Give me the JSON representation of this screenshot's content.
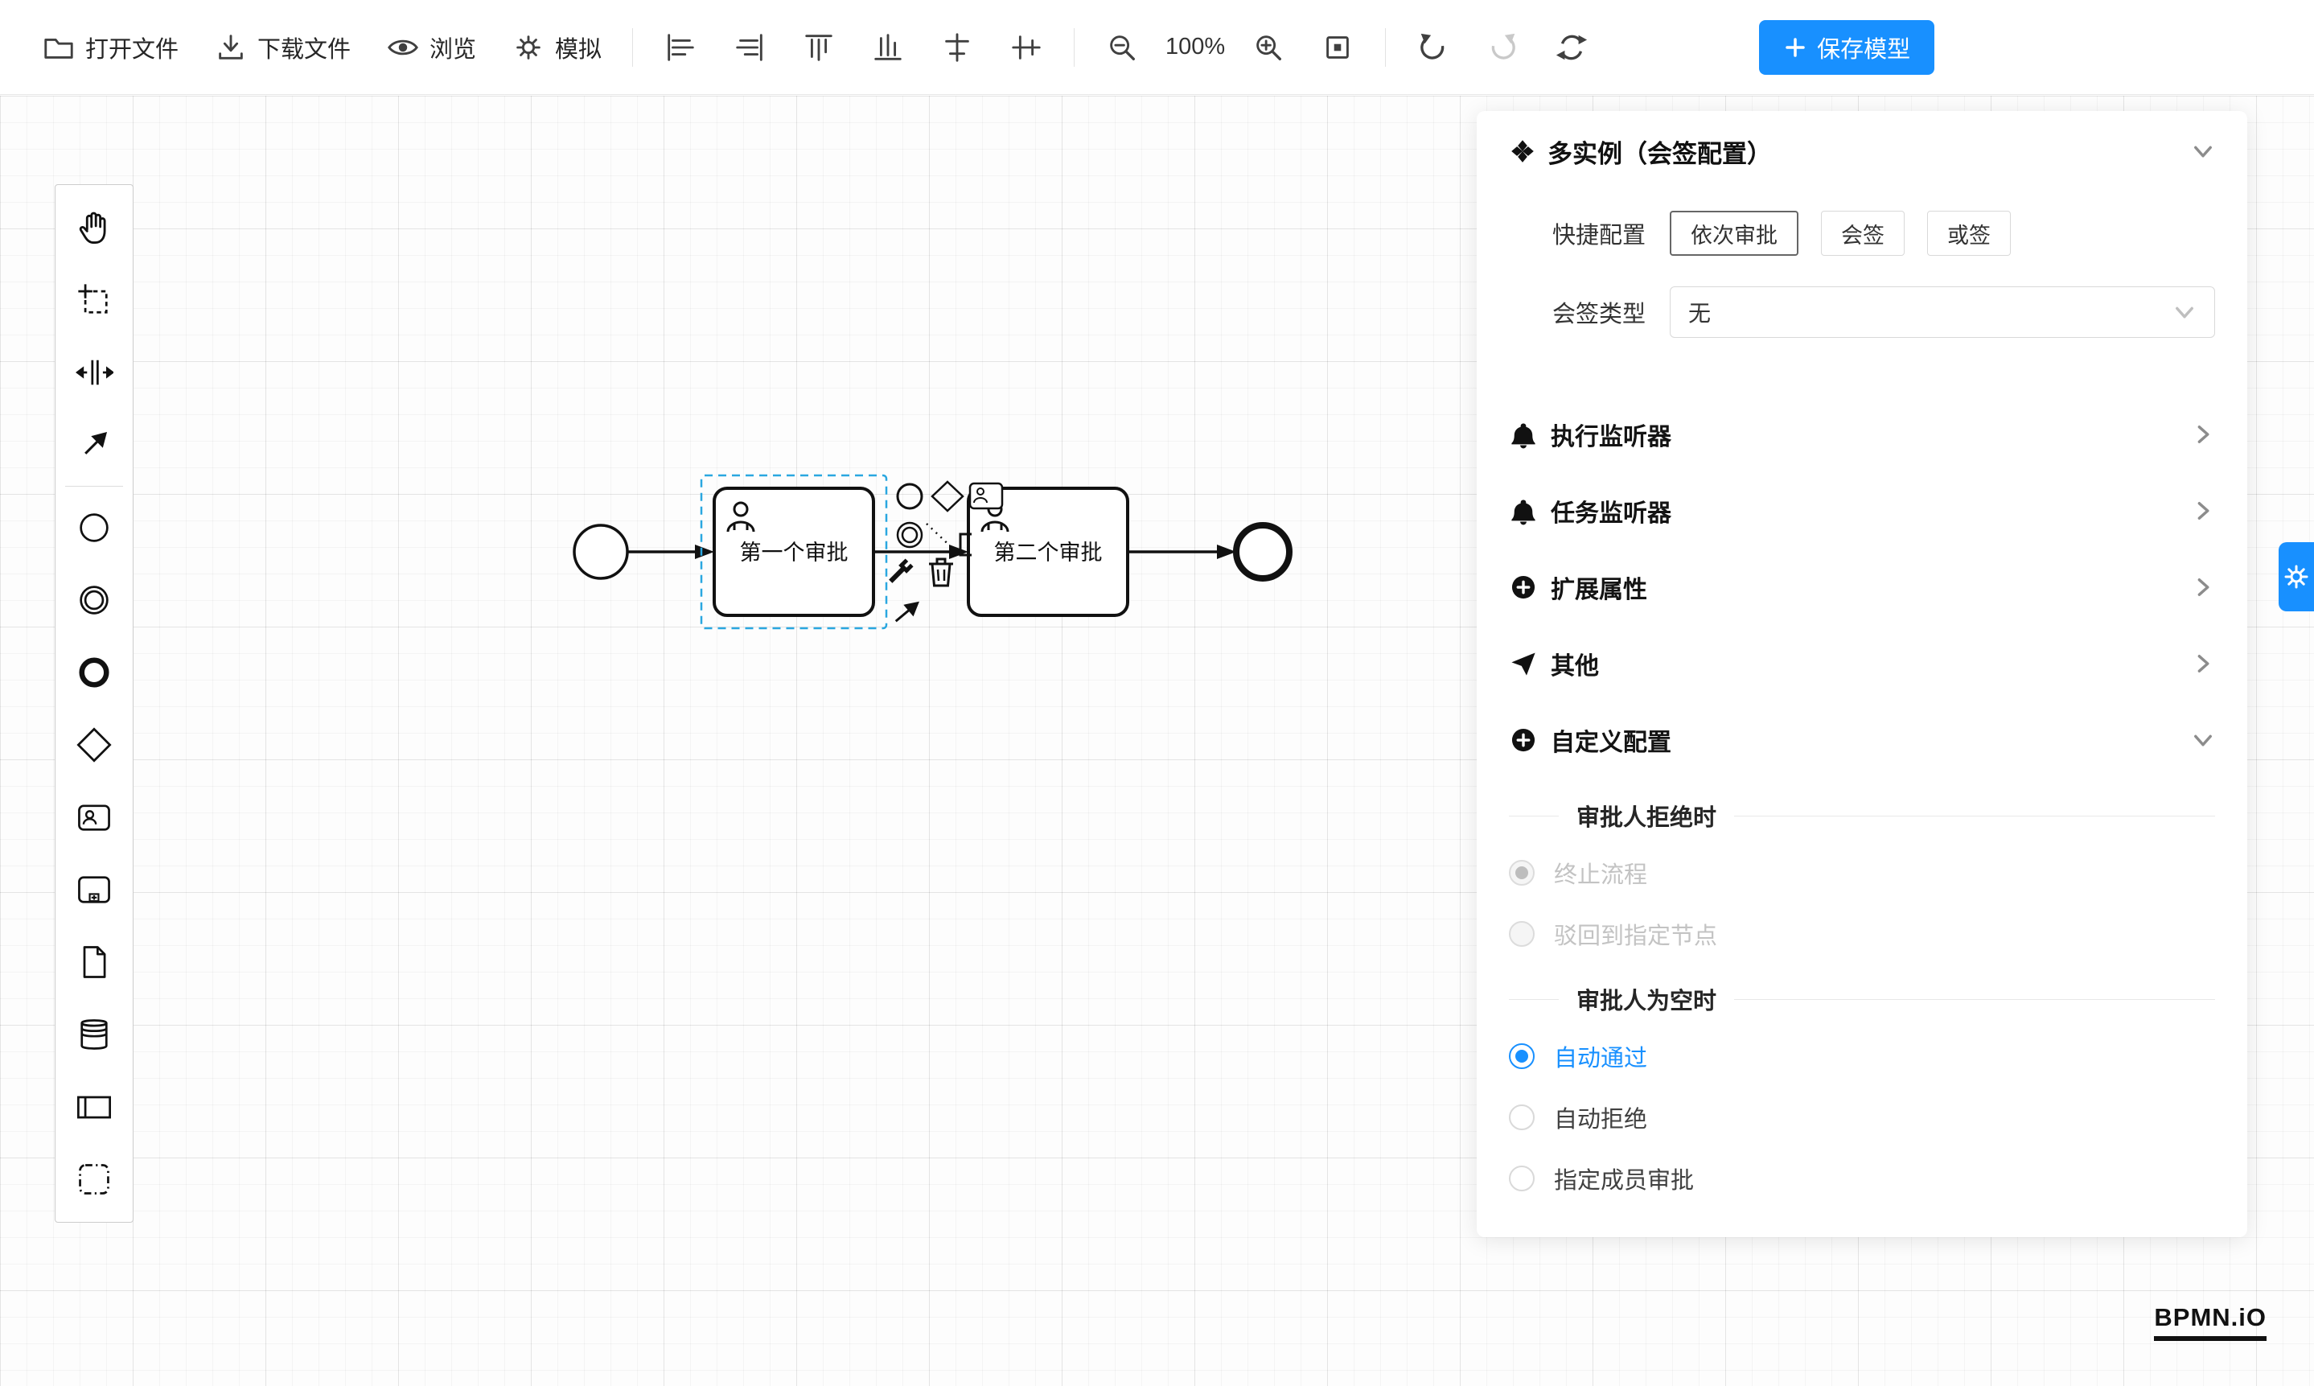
{
  "toolbar": {
    "open": "打开文件",
    "download": "下载文件",
    "preview": "浏览",
    "simulate": "模拟",
    "zoom": "100%",
    "save": "保存模型"
  },
  "palette": {
    "items": [
      "hand-tool",
      "lasso-tool",
      "space-tool",
      "global-connect-tool",
      "create-start-event",
      "create-intermediate-event",
      "create-end-event",
      "create-gateway",
      "create-user-task",
      "create-subprocess",
      "create-data-object",
      "create-data-store",
      "create-participant",
      "create-group"
    ]
  },
  "diagram": {
    "task1": "第一个审批",
    "task2": "第二个审批"
  },
  "panel": {
    "title": "多实例（会签配置）",
    "quick_label": "快捷配置",
    "quick_options": [
      "依次审批",
      "会签",
      "或签"
    ],
    "type_label": "会签类型",
    "type_value": "无",
    "sections": [
      "执行监听器",
      "任务监听器",
      "扩展属性",
      "其他",
      "自定义配置"
    ],
    "reject_title": "审批人拒绝时",
    "reject_options": [
      "终止流程",
      "驳回到指定节点"
    ],
    "empty_title": "审批人为空时",
    "empty_options": [
      "自动通过",
      "自动拒绝",
      "指定成员审批"
    ]
  },
  "watermark": "BPMN.iO",
  "icons": {
    "open": "folder-open-icon",
    "download": "download-icon",
    "preview": "eye-icon",
    "simulate": "gear-icon",
    "align": [
      "align-left-icon",
      "align-right-icon",
      "align-top-icon",
      "align-bottom-icon",
      "align-center-horizontal-icon",
      "align-middle-vertical-icon"
    ],
    "zoom_out": "zoom-out-icon",
    "zoom_in": "zoom-in-icon",
    "fit": "fit-viewport-icon",
    "undo": "undo-icon",
    "redo": "redo-icon",
    "refresh": "refresh-icon",
    "save_plus": "plus-icon",
    "panel_header": "multi-instance-icon",
    "listeners": "bell-icon",
    "extension": "plus-circle-icon",
    "other": "send-icon",
    "settings_tab": "gear-icon"
  },
  "colors": {
    "accent": "#1890ff",
    "selection": "#2aa7e0"
  }
}
